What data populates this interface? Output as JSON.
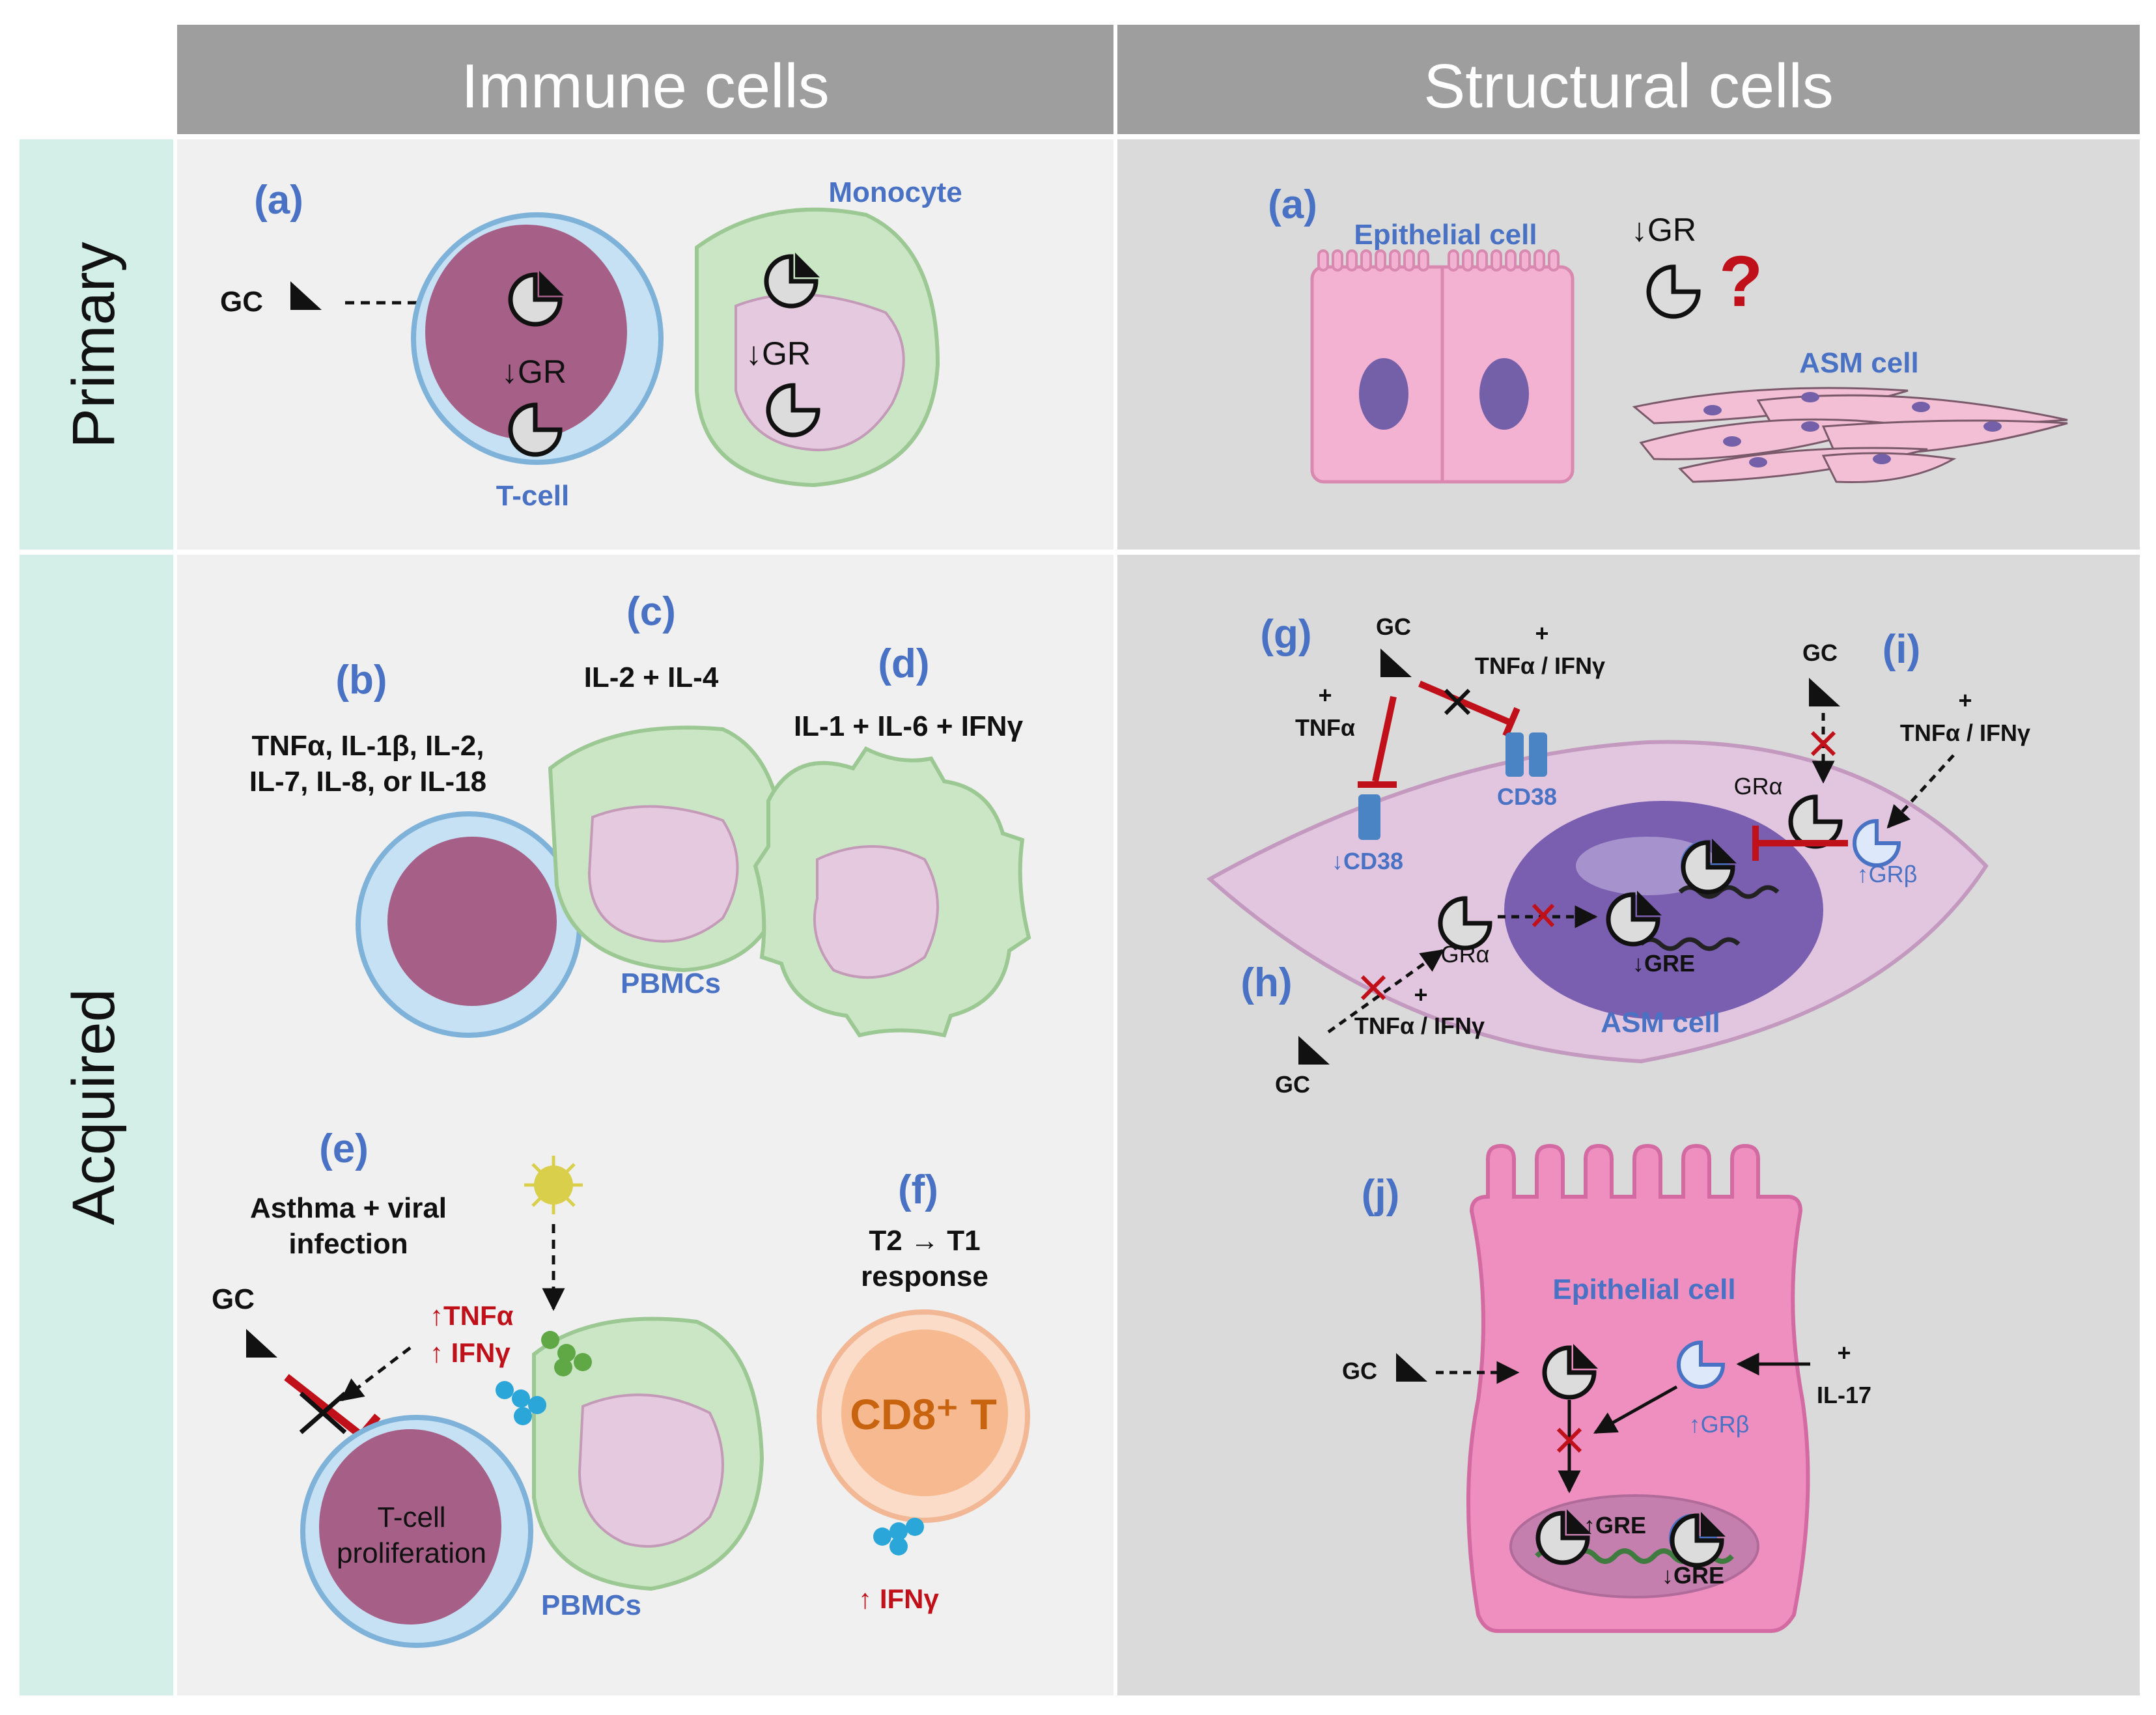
{
  "headers": {
    "immune": "Immune cells",
    "structural": "Structural cells"
  },
  "rows": {
    "primary": "Primary",
    "acquired": "Acquired"
  },
  "colors": {
    "header_bg": "#9e9e9e",
    "rowlabel_bg": "#d3efe7",
    "immune_bg": "#f0f0f0",
    "structural_bg": "#dadada",
    "label_blue": "#4a72c4",
    "inhibit_red": "#c0111b"
  },
  "primary_immune": {
    "panel": "(a)",
    "gc": "GC",
    "tcell_gr": "↓GR",
    "monocyte_gr": "↓GR",
    "tcell": "T-cell",
    "monocyte": "Monocyte"
  },
  "primary_structural": {
    "panel": "(a)",
    "epithelial": "Epithelial cell",
    "gr": "↓GR",
    "question": "?",
    "asm": "ASM cell"
  },
  "acquired_immune": {
    "b": {
      "panel": "(b)",
      "line1": "TNFα, IL-1β, IL-2,",
      "line2": "IL-7, IL-8, or IL-18"
    },
    "c": {
      "panel": "(c)",
      "stim": "IL-2 + IL-4"
    },
    "d": {
      "panel": "(d)",
      "stim": "IL-1 + IL-6 + IFNγ"
    },
    "pbmcs_top": "PBMCs",
    "e": {
      "panel": "(e)",
      "line1": "Asthma + viral",
      "line2": "infection",
      "gc": "GC",
      "tnf": "↑TNFα",
      "ifn": "↑ IFNγ",
      "tcell1": "T-cell",
      "tcell2": "proliferation",
      "pbmcs": "PBMCs"
    },
    "f": {
      "panel": "(f)",
      "line1": "T2 → T1",
      "line2": "response",
      "cd8": "CD8⁺ T",
      "ifn": "↑ IFNγ"
    }
  },
  "acquired_structural": {
    "g": {
      "panel": "(g)",
      "gc": "GC",
      "plus_left": "+",
      "tnf_left": "TNFα",
      "plus_right": "+",
      "tnf_ifn": "TNFα / IFNγ",
      "cd38": "CD38",
      "cd38_down": "↓CD38"
    },
    "i": {
      "panel": "(i)",
      "gc": "GC",
      "plus": "+",
      "tnf_ifn": "TNFα / IFNγ",
      "gra": "GRα",
      "grb": "↑GRβ"
    },
    "h": {
      "panel": "(h)",
      "gc": "GC",
      "plus": "+",
      "tnf_ifn": "TNFα / IFNγ",
      "gra": "GRα"
    },
    "gre": "↓GRE",
    "asm": "ASM cell",
    "j": {
      "panel": "(j)",
      "epithelial": "Epithelial cell",
      "gc": "GC",
      "grb": "↑GRβ",
      "plus": "+",
      "il17": "IL-17",
      "gre_up": "↑GRE",
      "gre_down": "↓GRE"
    }
  }
}
